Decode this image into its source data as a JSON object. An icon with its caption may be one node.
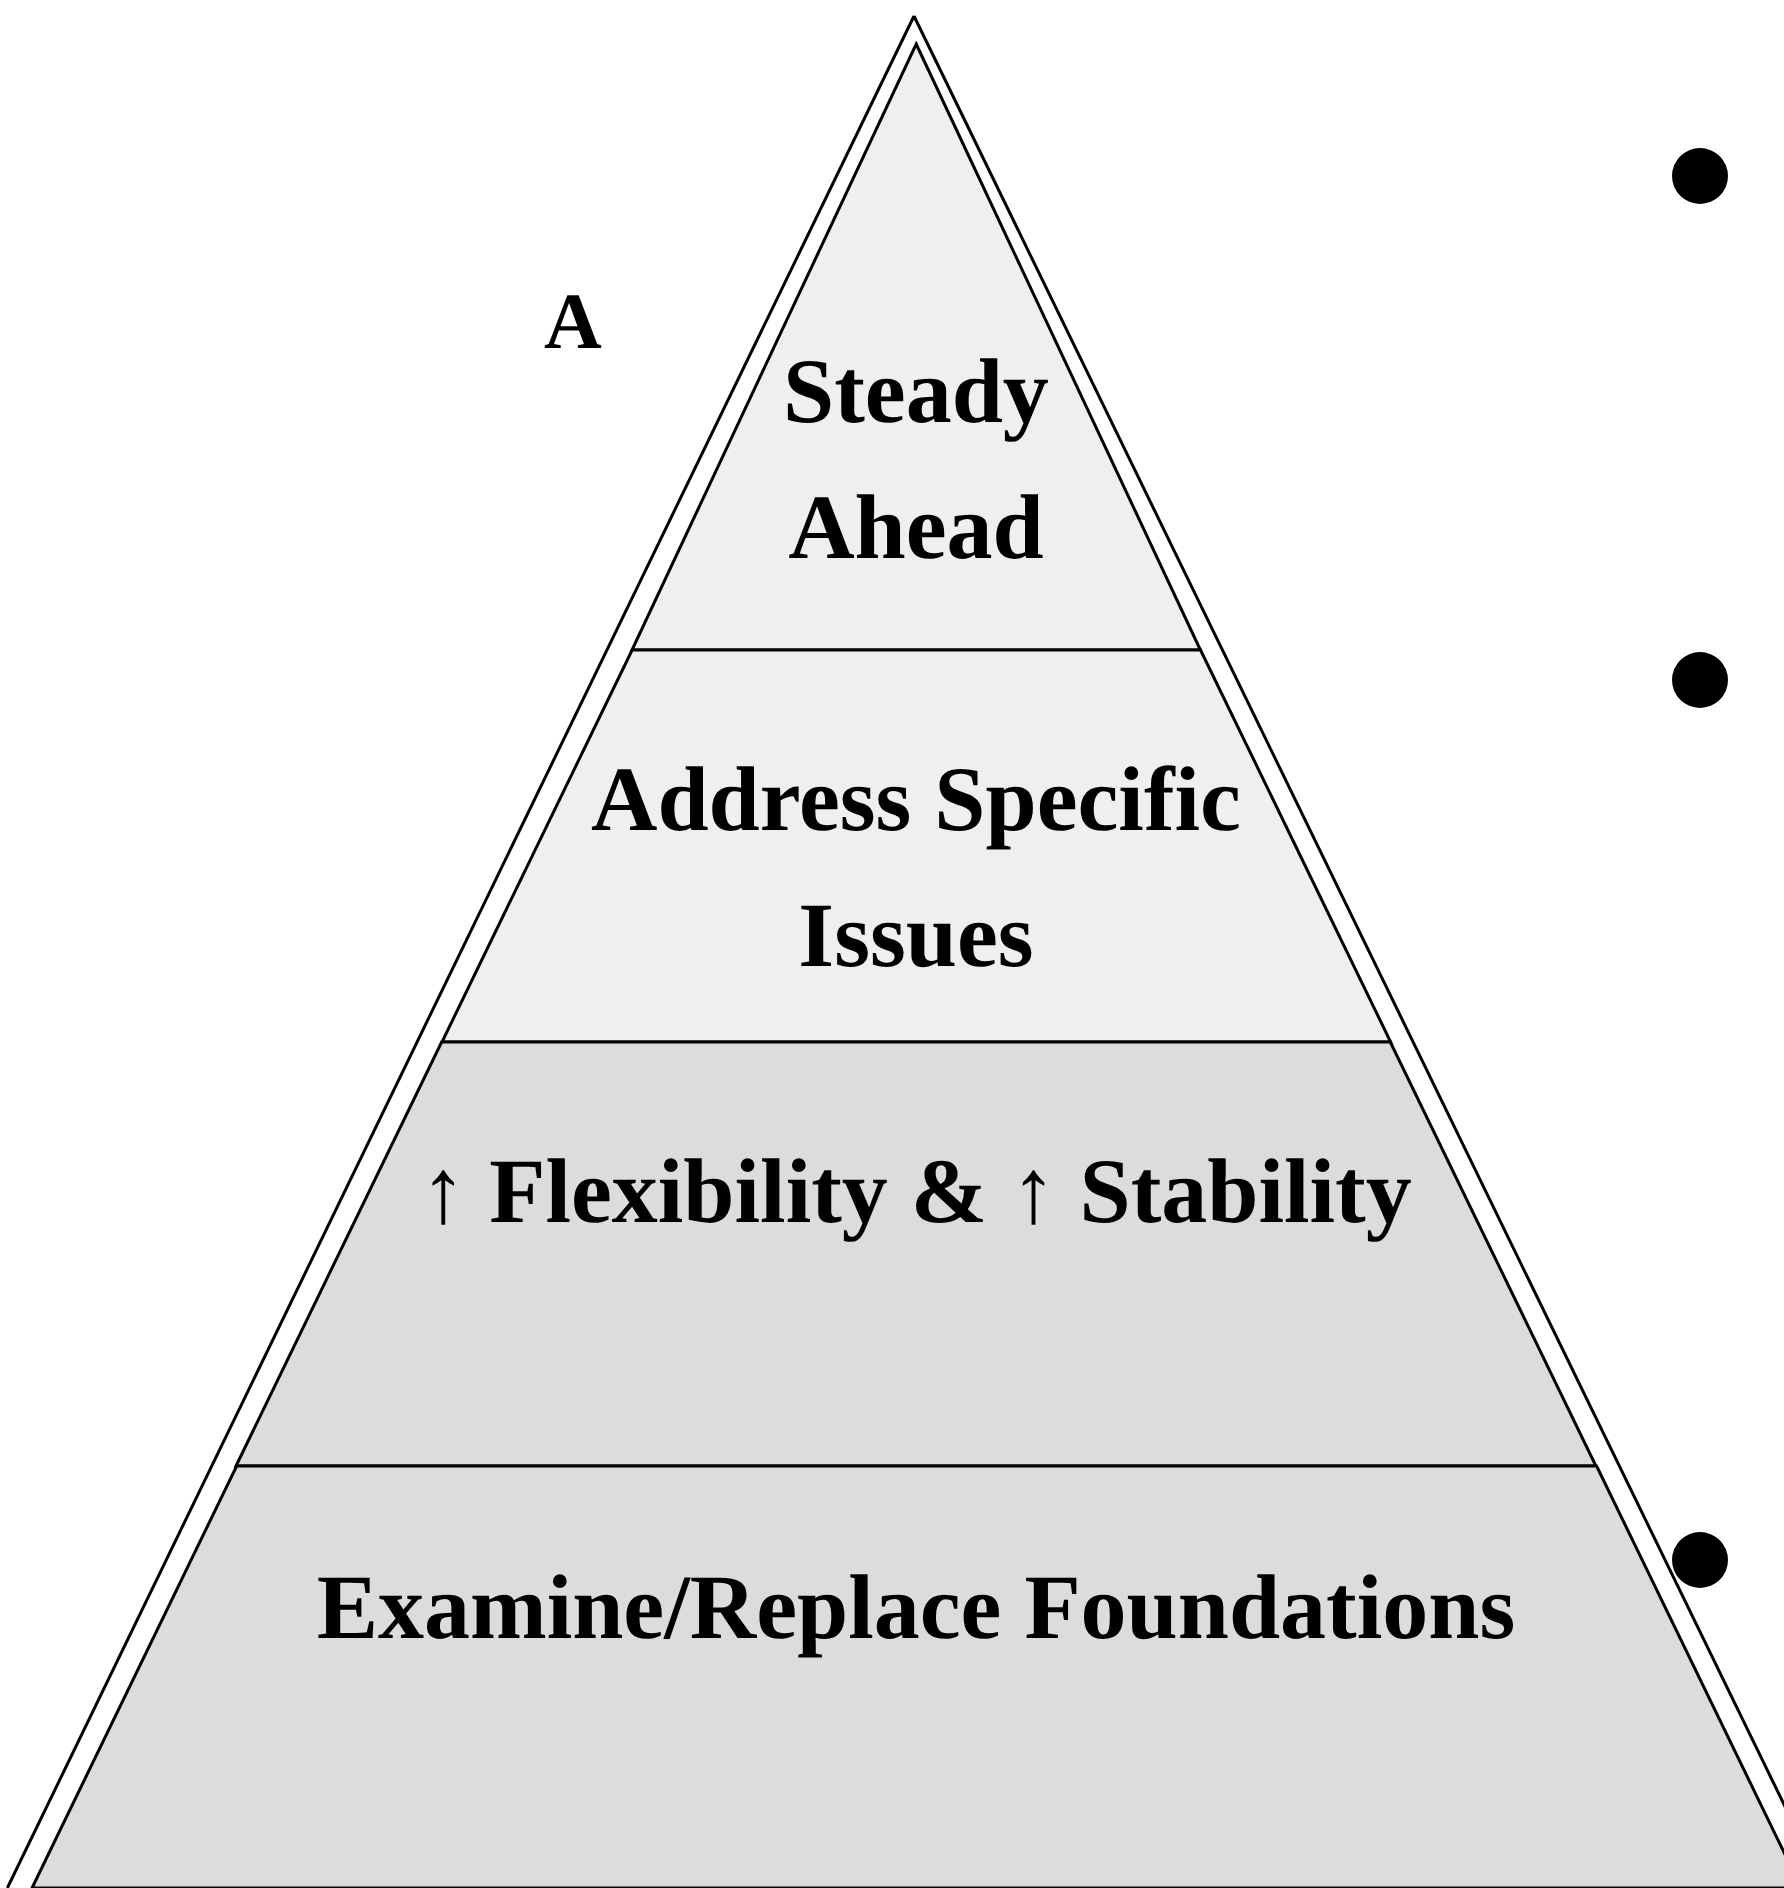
{
  "diagram": {
    "nodes": [
      {
        "text": [
          "Steady Ahead"
        ]
      },
      {
        "text": [
          "Address Specific Issues"
        ]
      },
      {
        "text": [
          "↑ Flexibility & ↑ Stability"
        ]
      },
      {
        "text": [
          "Examine/Replace Foundations"
        ]
      }
    ],
    "labels": [
      "A"
    ]
  }
}
